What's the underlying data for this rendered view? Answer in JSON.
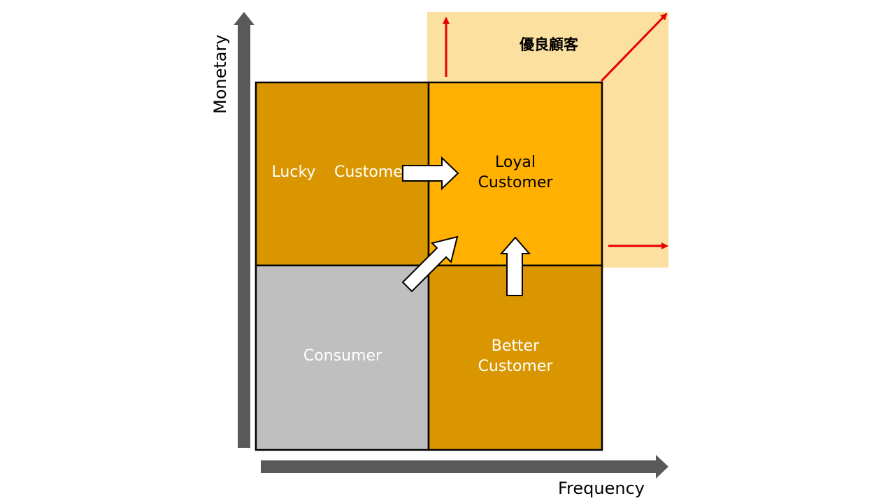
{
  "colors": {
    "highlight_zone": "#FCE0A0",
    "quadrant_dark": "#D99600",
    "quadrant_bright": "#FFB000",
    "quadrant_gray": "#BFBFBF",
    "axis": "#595959",
    "red_arrow": "#E60000",
    "border": "#000000"
  },
  "axes": {
    "y_label": "Monetary",
    "x_label": "Frequency"
  },
  "highlight_zone": {
    "label": "優良顧客"
  },
  "quadrants": {
    "lucky": {
      "line1": "Lucky",
      "line2": "Customer"
    },
    "loyal": {
      "line1": "Loyal",
      "line2": "Customer"
    },
    "consumer": {
      "line1": "Consumer"
    },
    "better": {
      "line1": "Better",
      "line2": "Customer"
    }
  }
}
